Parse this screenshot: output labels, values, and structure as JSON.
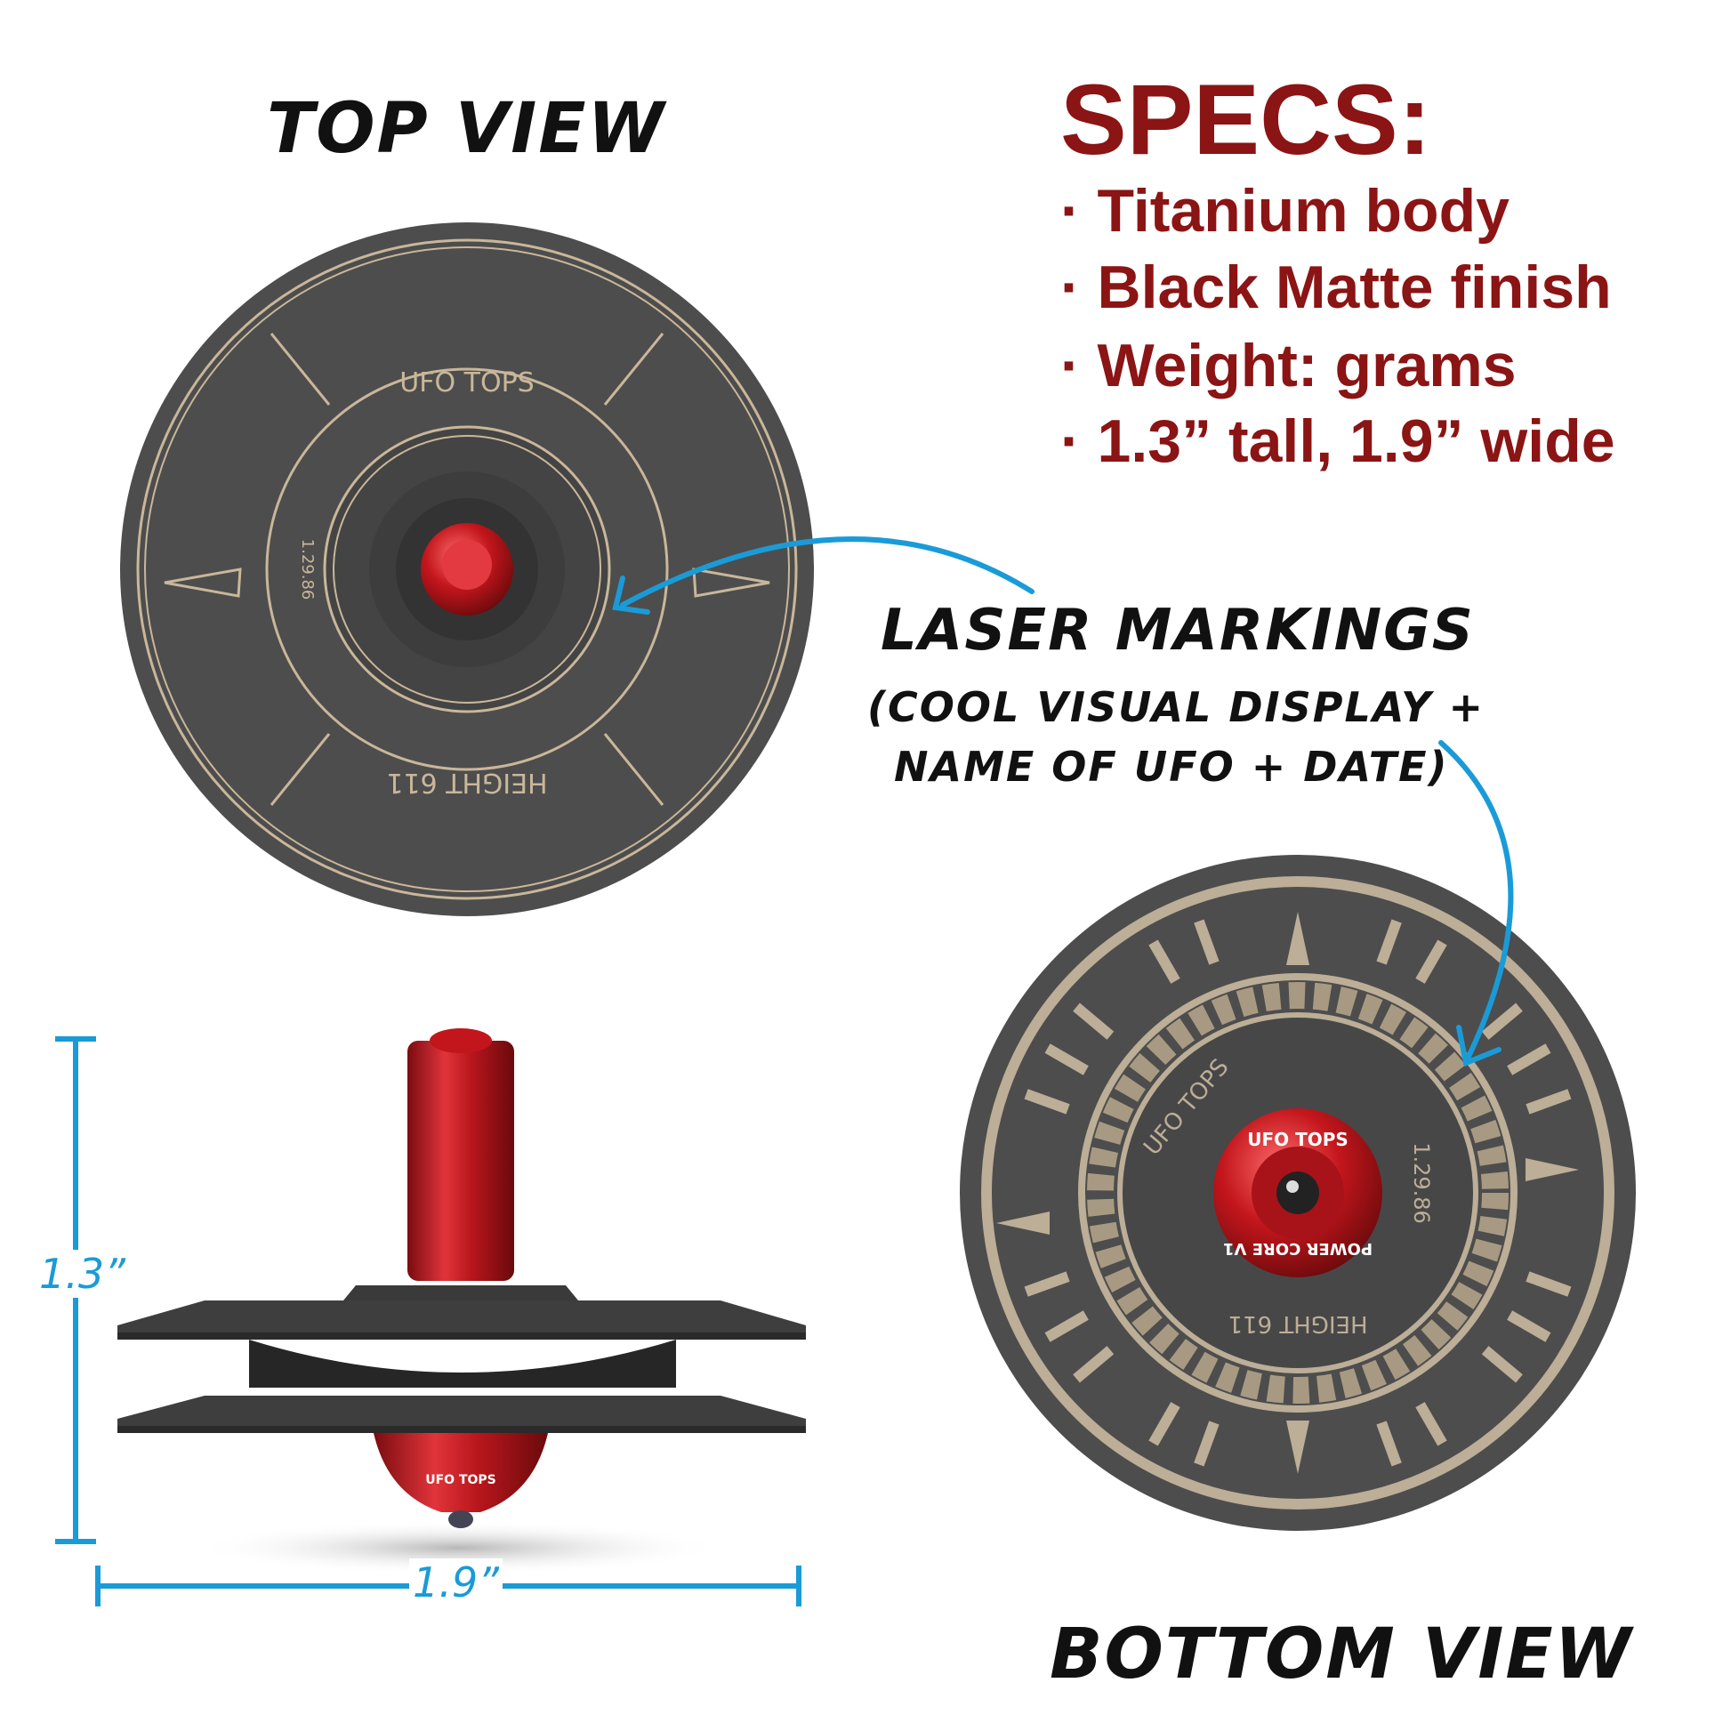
{
  "labels": {
    "top_view": "TOP VIEW",
    "bottom_view": "BOTTOM VIEW",
    "laser_title": "LASER MARKINGS",
    "laser_sub_1": "(COOL VISUAL DISPLAY +",
    "laser_sub_2": "NAME OF UFO + DATE)"
  },
  "specs": {
    "title": "SPECS:",
    "items": [
      "· Titanium body",
      "· Black Matte finish",
      "· Weight: grams",
      "· 1.3” tall, 1.9” wide"
    ]
  },
  "dimensions": {
    "height": "1.3”",
    "width": "1.9”"
  },
  "engravings": {
    "brand": "UFO TOPS",
    "name": "HEIGHT 611",
    "date": "1.29.86",
    "core": "POWER CORE V1"
  },
  "colors": {
    "accent_blue": "#1a9bd7",
    "spec_red": "#8b1414",
    "disc": "#4a4a4a",
    "engraving": "#c9b79a",
    "core_red": "#c3161c"
  }
}
